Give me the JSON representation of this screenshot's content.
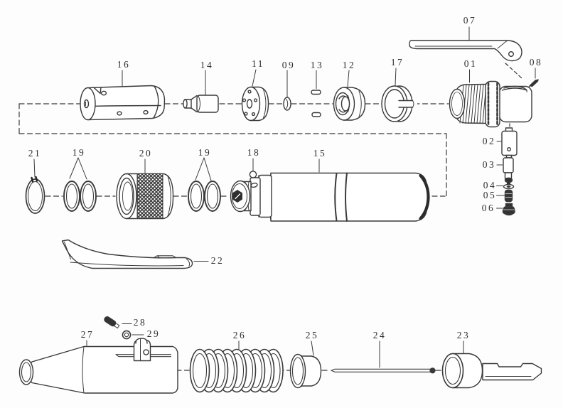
{
  "diagram": {
    "type": "exploded-parts-diagram",
    "description": "Exploded view line drawing of a pneumatic hand tool with numbered callouts",
    "background_color": "#fdfdfd",
    "line_color": "#3a3a3a",
    "knurl_color": "#3a3a3a",
    "dark_part_color": "#333333",
    "callouts": {
      "p01": "01",
      "p02": "02",
      "p03": "03",
      "p04": "04",
      "p05": "05",
      "p06": "06",
      "p07": "07",
      "p08": "08",
      "p09": "09",
      "p11": "11",
      "p12": "12",
      "p13": "13",
      "p14": "14",
      "p15": "15",
      "p16": "16",
      "p17": "17",
      "p18": "18",
      "p19": "19",
      "p20": "20",
      "p21": "21",
      "p22": "22",
      "p23": "23",
      "p24": "24",
      "p25": "25",
      "p26": "26",
      "p27": "27",
      "p28": "28",
      "p29": "29"
    }
  }
}
